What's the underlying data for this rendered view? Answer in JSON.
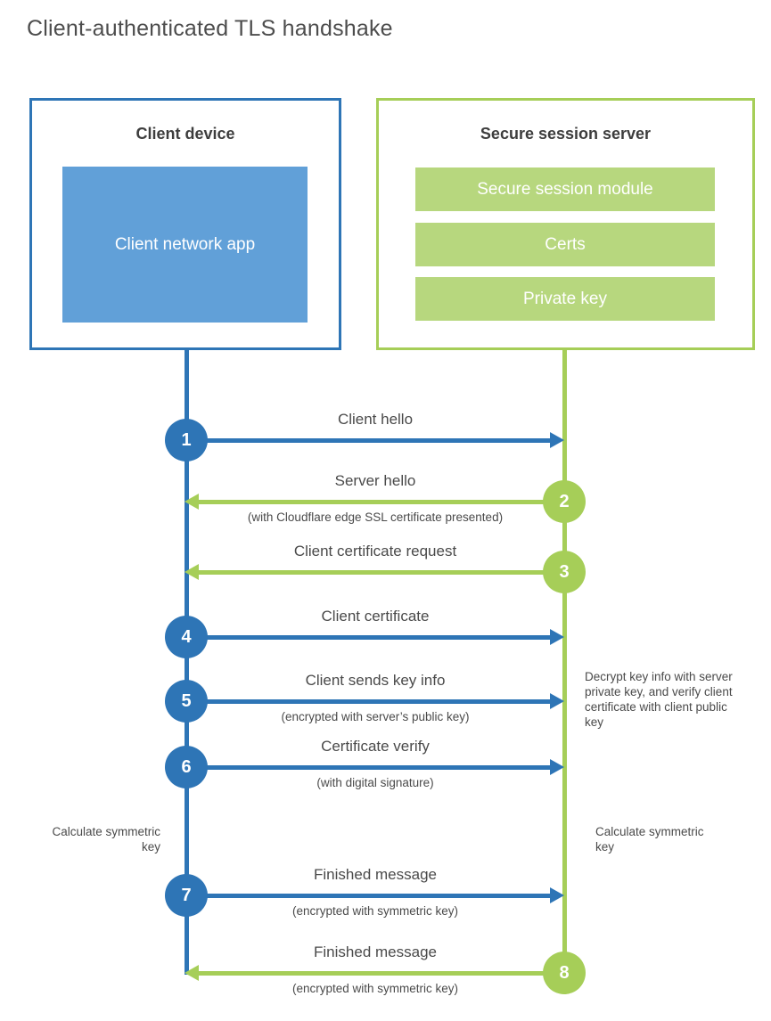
{
  "title": "Client-authenticated TLS handshake",
  "colors": {
    "blue": "#2e75b6",
    "blue_fill": "#61a0d8",
    "green": "#a6ce58",
    "green_fill": "#b7d77e"
  },
  "client": {
    "title": "Client device",
    "app_label": "Client network app"
  },
  "server": {
    "title": "Secure session server",
    "modules": [
      "Secure session module",
      "Certs",
      "Private key"
    ]
  },
  "steps": [
    {
      "number": "1",
      "from": "client",
      "label": "Client hello",
      "sublabel": ""
    },
    {
      "number": "2",
      "from": "server",
      "label": "Server hello",
      "sublabel": "(with Cloudflare edge SSL certificate presented)"
    },
    {
      "number": "3",
      "from": "server",
      "label": "Client certificate request",
      "sublabel": ""
    },
    {
      "number": "4",
      "from": "client",
      "label": "Client certificate",
      "sublabel": ""
    },
    {
      "number": "5",
      "from": "client",
      "label": "Client sends key info",
      "sublabel": "(encrypted with server’s public key)"
    },
    {
      "number": "6",
      "from": "client",
      "label": "Certificate verify",
      "sublabel": "(with digital signature)"
    },
    {
      "number": "7",
      "from": "client",
      "label": "Finished message",
      "sublabel": "(encrypted with symmetric key)"
    },
    {
      "number": "8",
      "from": "server",
      "label": "Finished message",
      "sublabel": "(encrypted with symmetric key)"
    }
  ],
  "notes": {
    "decrypt": "Decrypt key info with server private key, and verify client certificate with client public key",
    "calc_left": "Calculate symmetric key",
    "calc_right": "Calculate symmetric key"
  }
}
